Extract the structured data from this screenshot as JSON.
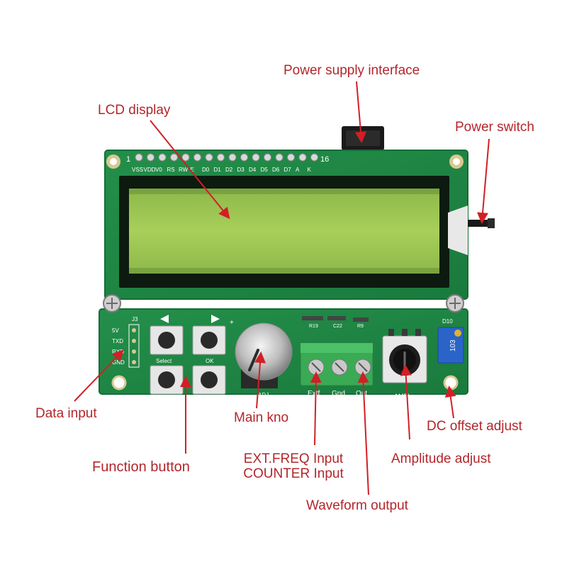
{
  "callouts": {
    "power_supply_interface": "Power supply interface",
    "lcd_display": "LCD display",
    "power_switch": "Power switch",
    "data_input": "Data input",
    "main_knob": "Main kno",
    "function_button": "Function button",
    "ext_freq_input": "EXT.FREQ Input",
    "counter_input": "COUNTER Input",
    "waveform_output": "Waveform output",
    "amplitude_adjust": "Amplitude adjust",
    "dc_offset_adjust": "DC offset adjust"
  },
  "board": {
    "pin_first": "1",
    "pin_last": "16",
    "lcd_pin_labels": [
      "VSS",
      "VDD",
      "V0",
      "RS",
      "RW",
      "E",
      "D0",
      "D1",
      "D2",
      "D3",
      "D4",
      "D5",
      "D6",
      "D7",
      "A",
      "K"
    ],
    "header_ref": "J3",
    "header_pins": [
      "5V",
      "TXD",
      "RXD",
      "GND"
    ],
    "button_select": "Select",
    "button_ok": "OK",
    "knob_ref": "ADJ",
    "terminal_labels": [
      "Extf",
      "Gnd",
      "Out"
    ],
    "ref_r19": "R19",
    "ref_c22": "C22",
    "ref_r9": "R9",
    "ref_d10": "D10",
    "pot_label": "AMPL",
    "trimmer_text": "103",
    "plus_mark": "+"
  },
  "colors": {
    "callout_text": "#b3262b",
    "arrow": "#d21f26",
    "pcb_green": "#1f8a45",
    "pcb_dark": "#14673a",
    "lcd_glass": "#a8cf5a",
    "lcd_bezel": "#0d1a10",
    "terminal_green": "#3aaa55",
    "trimmer_blue": "#2a64c8",
    "silkscreen": "#ffffff"
  }
}
